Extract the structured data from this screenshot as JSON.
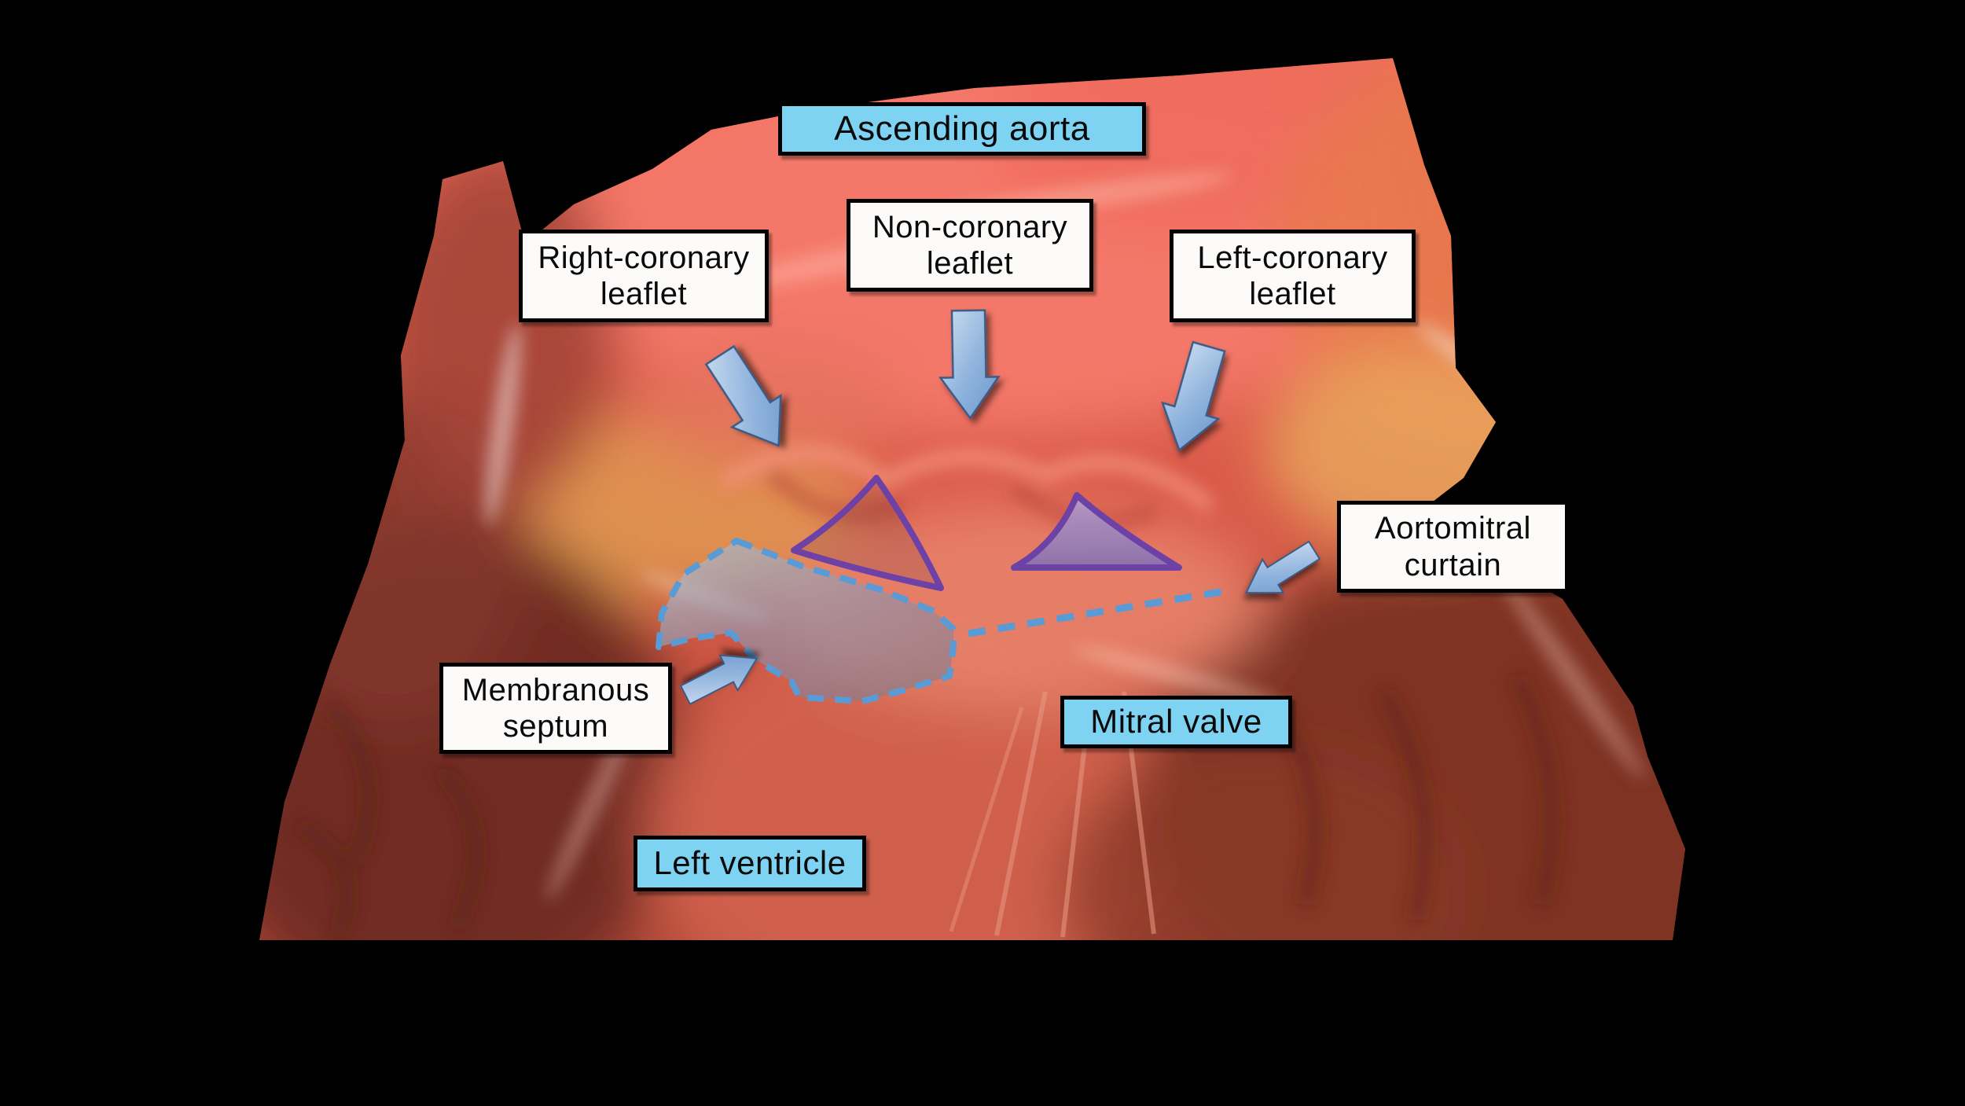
{
  "figure": {
    "type": "annotated anatomical photograph",
    "subject": "Heart specimen: opened left ventricular outflow tract with aortic valve leaflets",
    "background_color": "#000000"
  },
  "labels": {
    "ascending_aorta": {
      "text": "Ascending aorta",
      "variant": "cyan"
    },
    "right_coronary_leaflet": {
      "text": "Right-coronary leaflet",
      "variant": "white"
    },
    "non_coronary_leaflet": {
      "text": "Non-coronary leaflet",
      "variant": "white"
    },
    "left_coronary_leaflet": {
      "text": "Left-coronary leaflet",
      "variant": "white"
    },
    "aortomitral_curtain": {
      "text": "Aortomitral curtain",
      "variant": "white"
    },
    "membranous_septum": {
      "text": "Membranous septum",
      "variant": "white"
    },
    "mitral_valve": {
      "text": "Mitral valve",
      "variant": "cyan"
    },
    "left_ventricle": {
      "text": "Left ventricle",
      "variant": "cyan"
    }
  },
  "annotations": {
    "arrows": [
      {
        "name": "right-coronary-leaflet-arrow",
        "direction": "down-right",
        "size": "large"
      },
      {
        "name": "non-coronary-leaflet-arrow",
        "direction": "down",
        "size": "large"
      },
      {
        "name": "left-coronary-leaflet-arrow",
        "direction": "down-left",
        "size": "large"
      },
      {
        "name": "membranous-septum-arrow",
        "direction": "up-right",
        "size": "small"
      },
      {
        "name": "aortomitral-curtain-arrow",
        "direction": "down-left",
        "size": "small"
      }
    ],
    "triangles": [
      {
        "name": "interleaflet-triangle-outline",
        "fill": "none",
        "position": "between right and non-coronary leaflets"
      },
      {
        "name": "interleaflet-triangle-filled",
        "fill": "purple",
        "position": "between non and left-coronary leaflets"
      }
    ],
    "dashed_shapes": [
      {
        "name": "membranous-septum-outline",
        "style": "dashed polygon, translucent blue fill"
      },
      {
        "name": "aortomitral-dashed-line",
        "style": "dashed line toward aortomitral curtain"
      }
    ]
  },
  "colors": {
    "label_cyan_bg": "#7fd3f2",
    "label_white_bg": "#fcfbfa",
    "label_border": "#000000",
    "arrow_blue_light": "#cfe0f2",
    "arrow_blue_dark": "#6b97cc",
    "dashed_blue": "#5b9bd5",
    "triangle_purple": "#6d41a5",
    "tissue_salmon": "#e2604e",
    "tissue_dark_maroon": "#6e2a22"
  }
}
